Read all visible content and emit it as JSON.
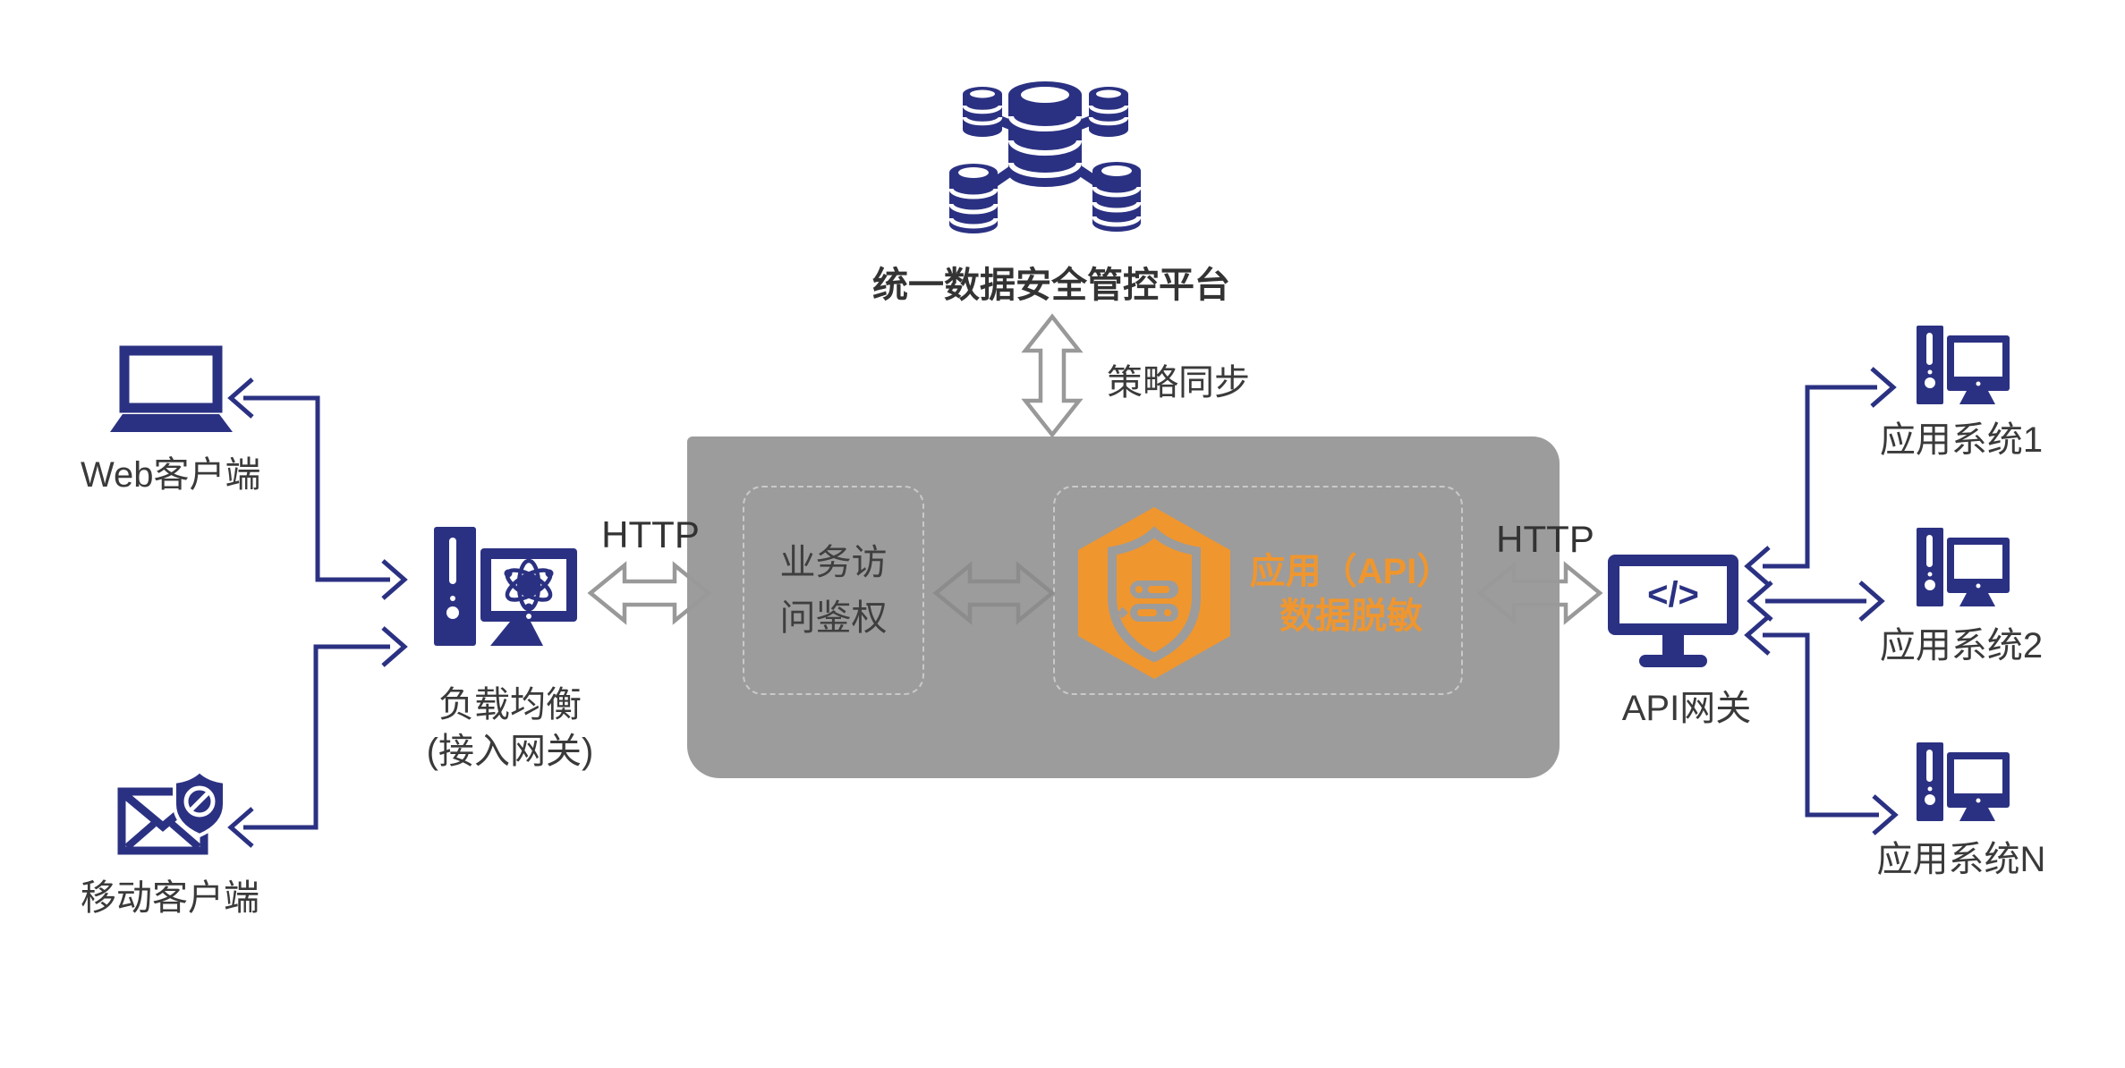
{
  "platform": {
    "title": "统一数据安全管控平台"
  },
  "edges": {
    "policy_sync": "策略同步",
    "http_left": "HTTP",
    "http_right": "HTTP"
  },
  "clients": {
    "web": {
      "label": "Web客户端"
    },
    "mobile": {
      "label": "移动客户端"
    }
  },
  "load_balancer": {
    "line1": "负载均衡",
    "line2": "(接入网关)"
  },
  "security_zone": {
    "auth": {
      "line1": "业务访",
      "line2": "问鉴权"
    },
    "masking": {
      "line1": "应用（API）",
      "line2": "数据脱敏"
    }
  },
  "api_gateway": {
    "label": "API网关",
    "icon_glyph": "</>"
  },
  "app_systems": [
    {
      "label": "应用系统1"
    },
    {
      "label": "应用系统2"
    },
    {
      "label": "应用系统N"
    }
  ],
  "colors": {
    "navy": "#2B3182",
    "orange": "#F0962E",
    "zone_gray": "#9C9C9C",
    "arrow_gray": "#999999",
    "text_dark": "#3A3A3A"
  }
}
